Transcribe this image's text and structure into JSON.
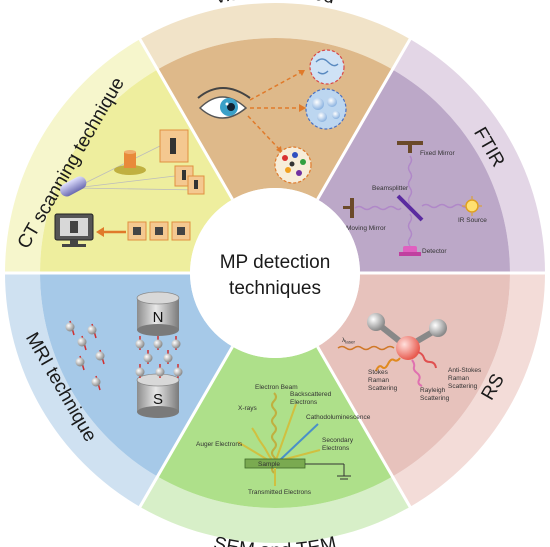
{
  "center": {
    "line1": "MP detection",
    "line2": "techniques"
  },
  "segments": {
    "visual": {
      "title": "visual method",
      "ring_color": "#f1e3c8",
      "fill_color": "#deb98a"
    },
    "ftir": {
      "title": "FTIR",
      "ring_color": "#e3d6e6",
      "fill_color": "#bca8c8",
      "labels": {
        "fixed_mirror": "Fixed Mirror",
        "beamsplitter": "Beamsplitter",
        "moving_mirror": "Moving Mirror",
        "ir_source": "IR Source",
        "detector": "Detector"
      }
    },
    "rs": {
      "title": "RS",
      "ring_color": "#f3dcd8",
      "fill_color": "#e7c2bc",
      "labels": {
        "lambda": "λ",
        "lambda_sub": "laser",
        "stokes": [
          "Stokes",
          "Raman",
          "Scattering"
        ],
        "rayleigh": [
          "Rayleigh",
          "Scattering"
        ],
        "anti_stokes": [
          "Anti-Stokes",
          "Raman",
          "Scattering"
        ]
      }
    },
    "sem": {
      "title": "SEM and TEM",
      "ring_color": "#d7efc8",
      "fill_color": "#aee08a",
      "labels": {
        "electron_beam": "Electron Beam",
        "backscattered": [
          "Backscattered",
          "Electrons"
        ],
        "xrays": "X-rays",
        "cathodo": "Cathodoluminescence",
        "auger": "Auger Electrons",
        "secondary": [
          "Secondary",
          "Electrons"
        ],
        "sample": "Sample",
        "transmitted": "Transmitted Electrons"
      }
    },
    "mri": {
      "title": "MRI technique",
      "ring_color": "#cfe1f1",
      "fill_color": "#a6c9e8",
      "magnet_top": "N",
      "magnet_bottom": "S"
    },
    "ct": {
      "title": "CT scanning technique",
      "ring_color": "#f6f6cc",
      "fill_color": "#eeee9e"
    }
  }
}
